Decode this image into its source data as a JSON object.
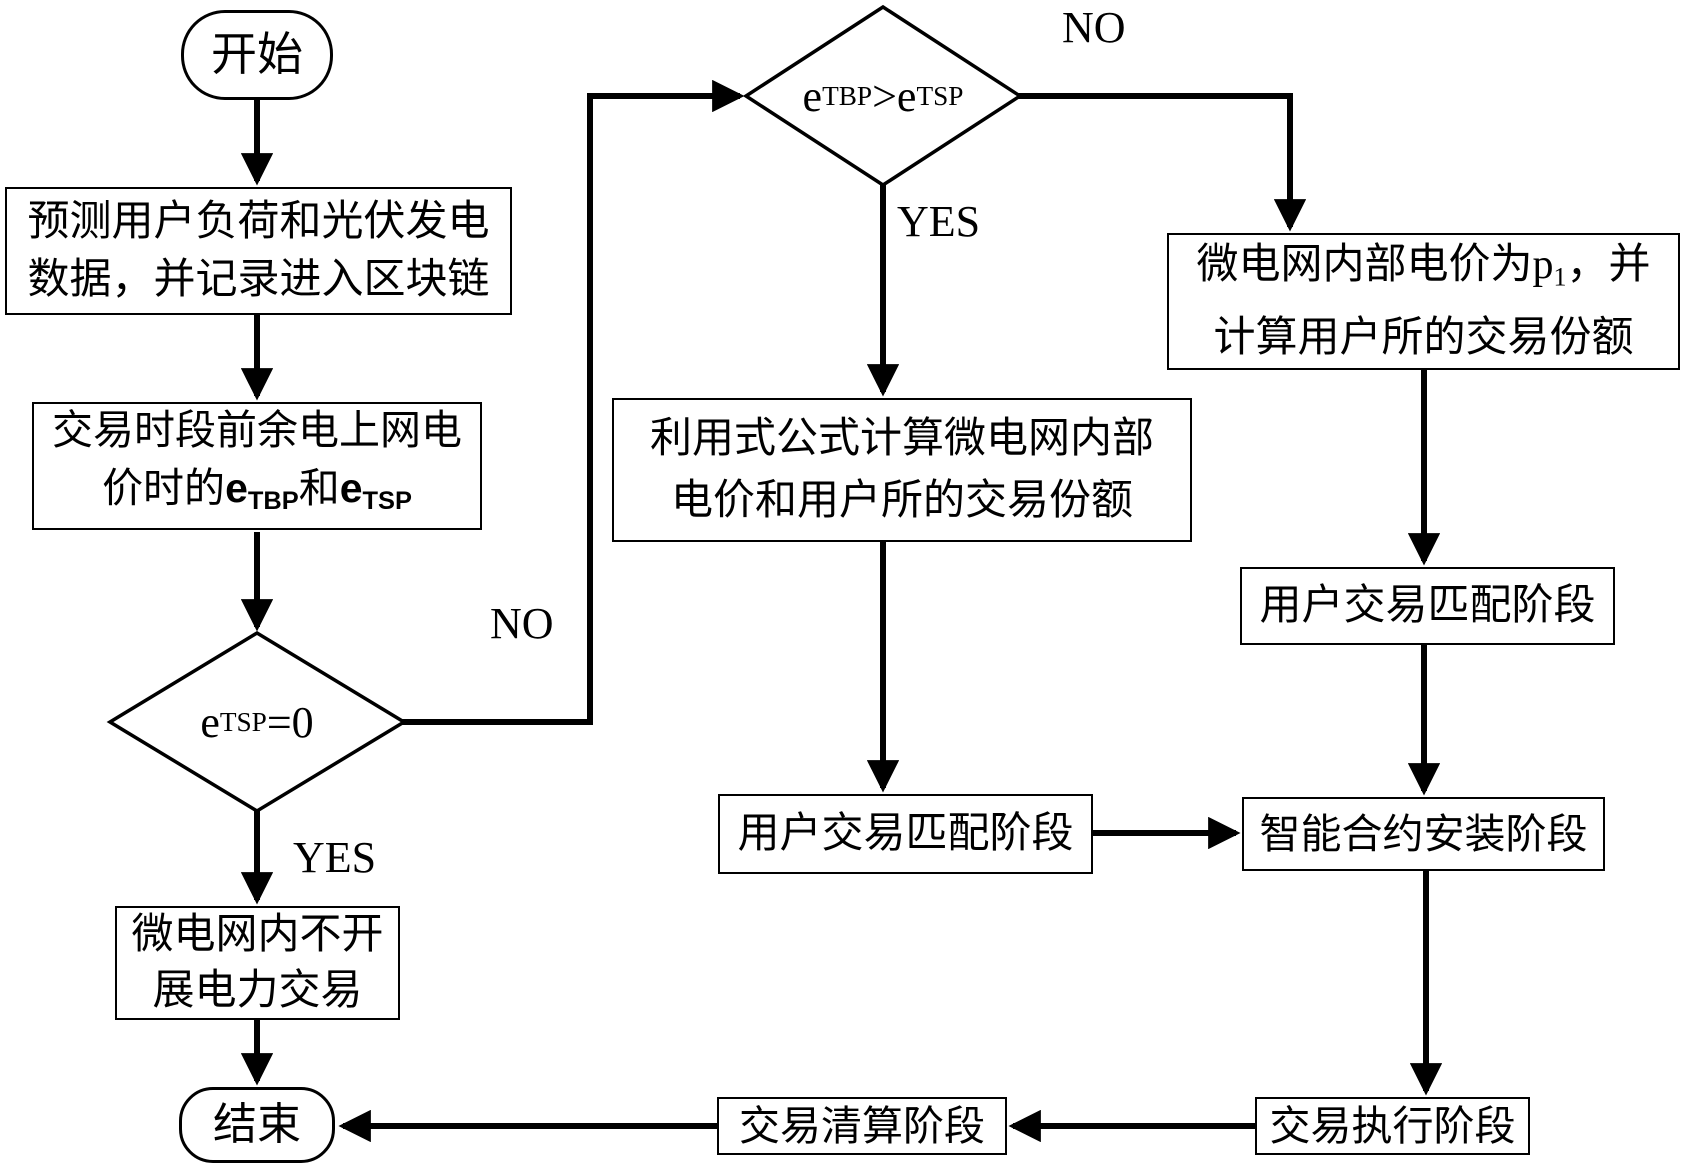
{
  "diagram": {
    "description": "Flowchart of microgrid blockchain power trading process",
    "colors": {
      "line": "#000000",
      "background": "#ffffff",
      "node_fill": "#ffffff"
    },
    "nodes": {
      "start": {
        "label": "开始"
      },
      "predict": {
        "line1": "预测用户负荷和光伏发电",
        "line2": "数据，并记录进入区块链"
      },
      "price": {
        "line1": "交易时段前余电上网电",
        "line2_rich": [
          {
            "t": "价时的"
          },
          {
            "t": "e",
            "c": "var-bold"
          },
          {
            "t": "TBP",
            "c": "var-bold sub"
          },
          {
            "t": "和"
          },
          {
            "t": "e",
            "c": "var-bold"
          },
          {
            "t": "TSP",
            "c": "var-bold sub"
          }
        ]
      },
      "decision_etsp": {
        "label_rich": [
          {
            "t": "e",
            "c": "var"
          },
          {
            "t": "TSP",
            "c": "var sub"
          },
          {
            "t": "=0"
          }
        ]
      },
      "no_trade": {
        "line1": "微电网内不开",
        "line2": "展电力交易"
      },
      "end": {
        "label": "结束"
      },
      "decision_compare": {
        "label_rich": [
          {
            "t": "e",
            "c": "var"
          },
          {
            "t": "TBP",
            "c": "var sub"
          },
          {
            "t": ">"
          },
          {
            "t": "e",
            "c": "var"
          },
          {
            "t": "TSP",
            "c": "var sub"
          }
        ]
      },
      "formula": {
        "line1": "利用式公式计算微电网内部",
        "line2": "电价和用户所的交易份额"
      },
      "match_mid": {
        "label": "用户交易匹配阶段"
      },
      "p1_price": {
        "line1_rich": [
          {
            "t": "微电网内部电价为"
          },
          {
            "t": "p",
            "c": "var"
          },
          {
            "t": "1",
            "c": "var sub"
          },
          {
            "t": "，并"
          }
        ],
        "line2": "计算用户所的交易份额"
      },
      "match_right": {
        "label": "用户交易匹配阶段"
      },
      "contract": {
        "label": "智能合约安装阶段"
      },
      "execute": {
        "label": "交易执行阶段"
      },
      "settle": {
        "label": "交易清算阶段"
      }
    },
    "edge_labels": {
      "decision_etsp": {
        "no": "NO",
        "yes": "YES"
      },
      "decision_compare": {
        "no": "NO",
        "yes": "YES"
      }
    }
  }
}
